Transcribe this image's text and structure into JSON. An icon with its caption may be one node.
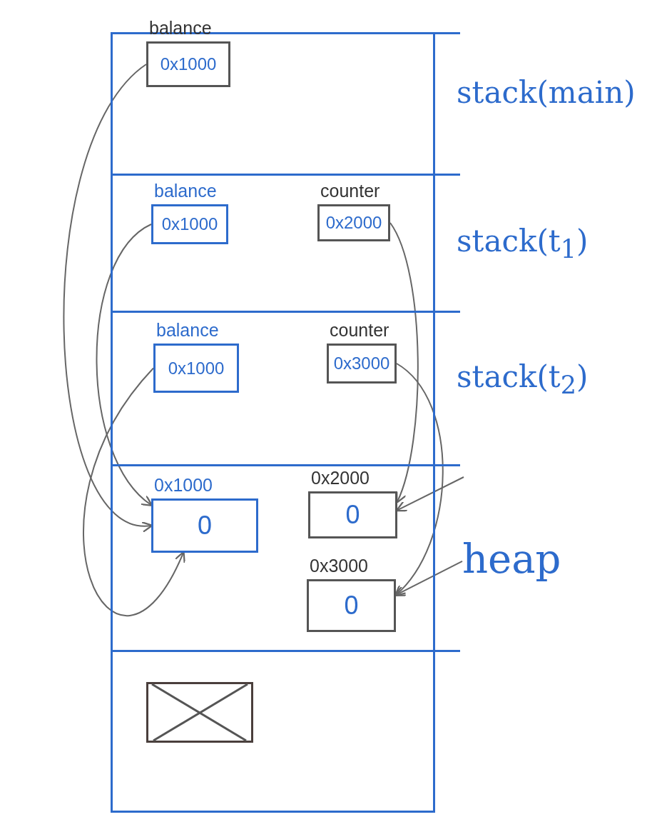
{
  "diagram": {
    "nodes": [
      {
        "text": [
          "stack(main)"
        ]
      },
      {
        "text": [
          "balance",
          "0x1000"
        ],
        "in": 0
      },
      {
        "text": [
          "stack(t$_{1}$)"
        ]
      },
      {
        "text": [
          "balance",
          "0x1000"
        ],
        "in": 2
      },
      {
        "text": [
          "counter",
          "0x2000"
        ],
        "in": 2
      },
      {
        "text": [
          "stack(t$_{2}$)"
        ]
      },
      {
        "text": [
          "balance",
          "0x1000"
        ],
        "in": 5
      },
      {
        "text": [
          "counter",
          "0x3000"
        ],
        "in": 5
      },
      {
        "text": [],
        "shape": "box"
      },
      {
        "text": [
          "0x1000",
          "0"
        ],
        "in": 8
      },
      {
        "text": [
          "0x2000",
          "0"
        ],
        "in": 8
      },
      {
        "text": [
          "0x3000",
          "0"
        ],
        "in": 8
      },
      {
        "text": [
          "heap"
        ]
      },
      {
        "text": [],
        "shape": "box"
      },
      {
        "text": [],
        "shape": "box",
        "in": 13
      }
    ],
    "edges": [
      {
        "from": 1,
        "to": 9,
        "arrow": "to"
      },
      {
        "from": 3,
        "to": 9,
        "arrow": "to"
      },
      {
        "from": 6,
        "to": 9,
        "arrow": "to"
      },
      {
        "from": 4,
        "to": 10,
        "arrow": "to"
      },
      {
        "from": 7,
        "to": 11,
        "arrow": "to"
      },
      {
        "from": 12,
        "to": 11,
        "arrow": "to"
      },
      {
        "from": null,
        "to": 10,
        "arrow": "to"
      }
    ]
  }
}
